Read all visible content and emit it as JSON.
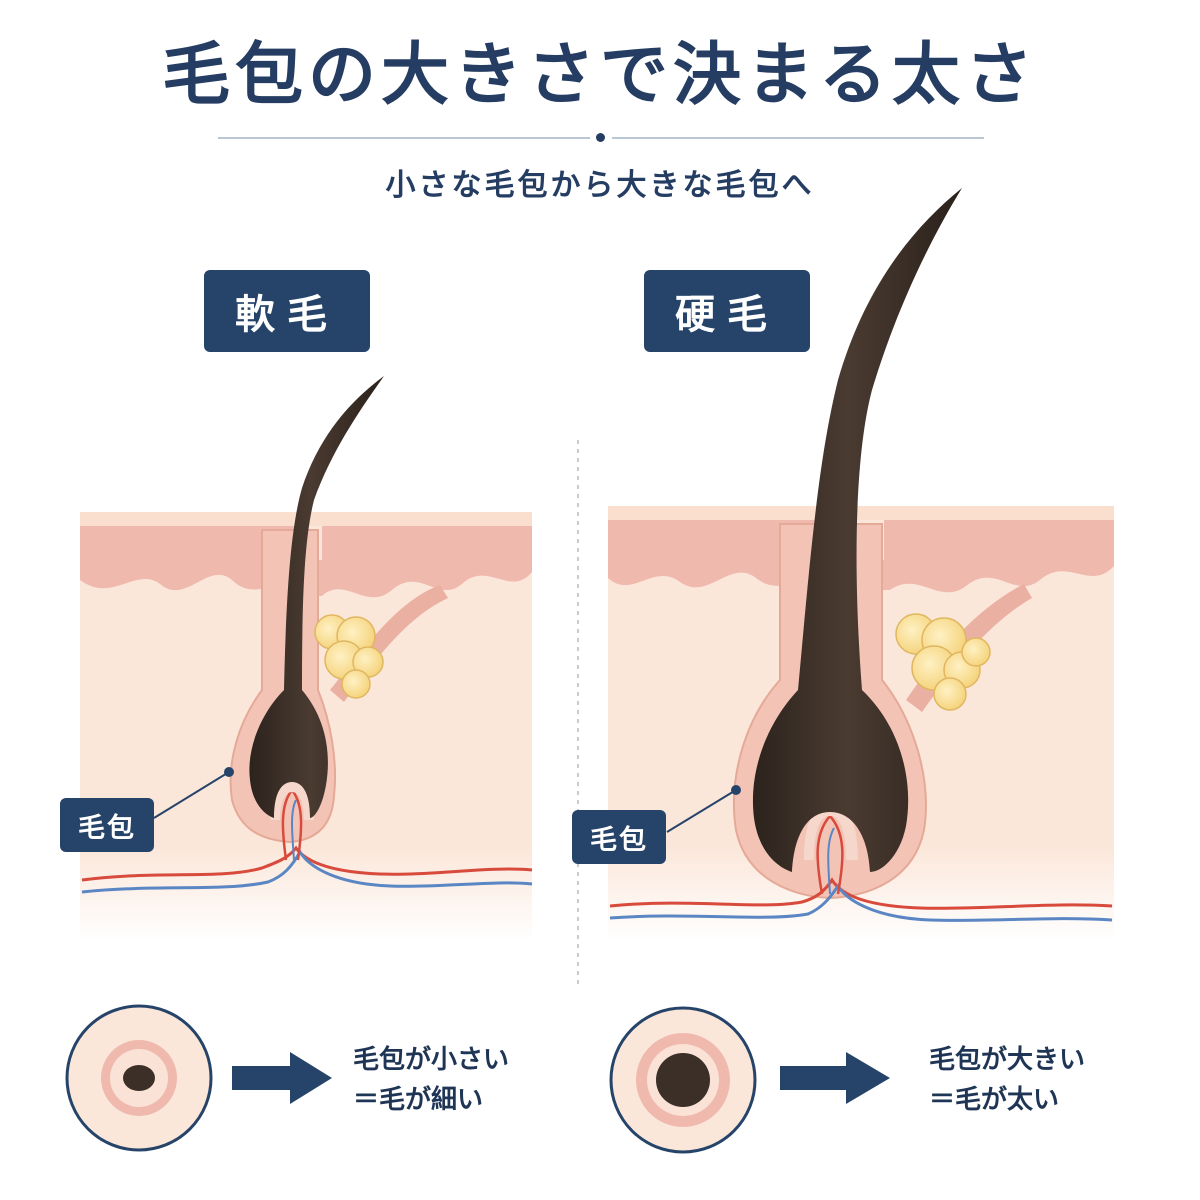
{
  "title": "毛包の大きさで決まる太さ",
  "subtitle": "小さな毛包から大きな毛包へ",
  "left": {
    "label": "軟毛",
    "follicle_label": "毛包",
    "caption_line1": "毛包が小さい",
    "caption_line2": "＝毛が細い"
  },
  "right": {
    "label": "硬毛",
    "follicle_label": "毛包",
    "caption_line1": "毛包が大きい",
    "caption_line2": "＝毛が太い"
  },
  "colors": {
    "navy": "#264469",
    "skin": "#fbe7da",
    "epidermis": "#f0b9ae",
    "sheath": "#f3c4b6",
    "hair": "#3b2f27",
    "gland": "#f8dc8a",
    "artery": "#d84a3c",
    "vein": "#5b86c4"
  }
}
